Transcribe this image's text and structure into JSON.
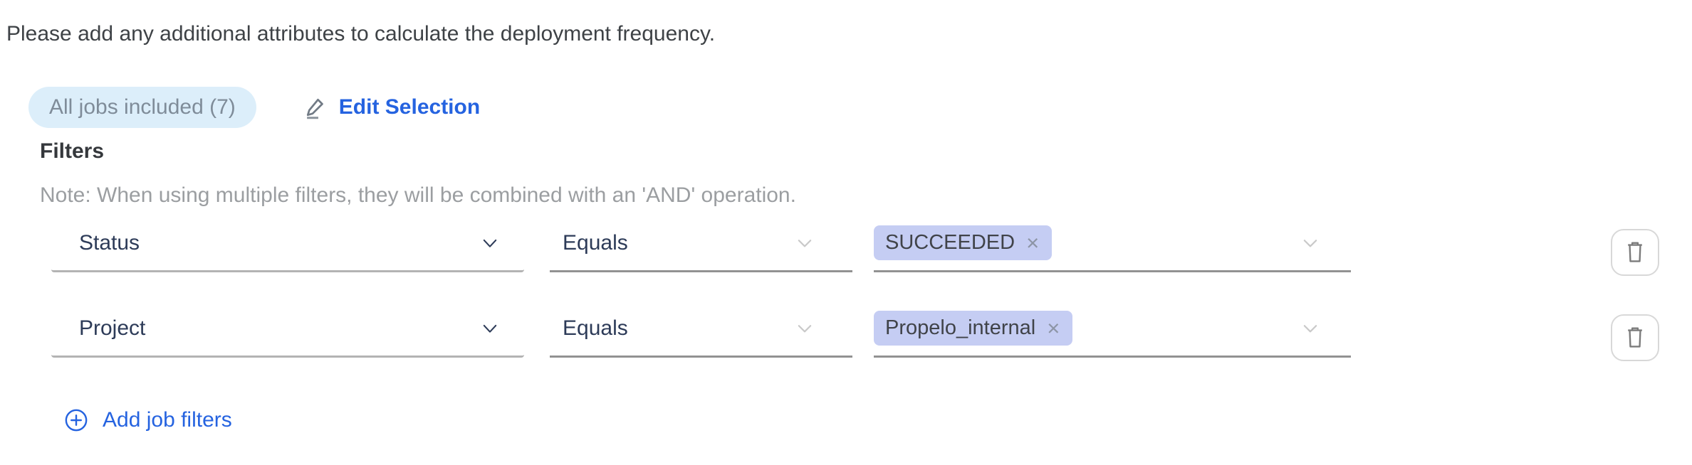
{
  "intro_text": "Please add any additional attributes to calculate the deployment frequency.",
  "jobs_bar": {
    "included_badge": "All jobs included (7)",
    "edit_selection_label": "Edit Selection"
  },
  "filters_section": {
    "heading": "Filters",
    "note": "Note: When using multiple filters, they will be combined with an 'AND' operation.",
    "add_filters_label": "Add job filters",
    "rows": [
      {
        "attribute": "Status",
        "operator": "Equals",
        "values": [
          {
            "label": "SUCCEEDED",
            "remove_glyph": "×"
          }
        ]
      },
      {
        "attribute": "Project",
        "operator": "Equals",
        "values": [
          {
            "label": "Propelo_internal",
            "remove_glyph": "×"
          }
        ]
      }
    ]
  },
  "icons": {
    "edit": "pencil-icon",
    "dropdown": "chevron-down-icon",
    "remove_value": "x-icon",
    "delete_row": "trash-icon",
    "add_row": "circle-plus-icon"
  },
  "colors": {
    "accent_blue": "#2563e0",
    "badge_bg": "#dceefa",
    "badge_text": "#7f8c99",
    "tag_bg": "#c5cdf3",
    "tag_text": "#404349",
    "select_text": "#2d3b58",
    "note_text": "#9b9ea1",
    "underline": "#9a9a9a"
  }
}
